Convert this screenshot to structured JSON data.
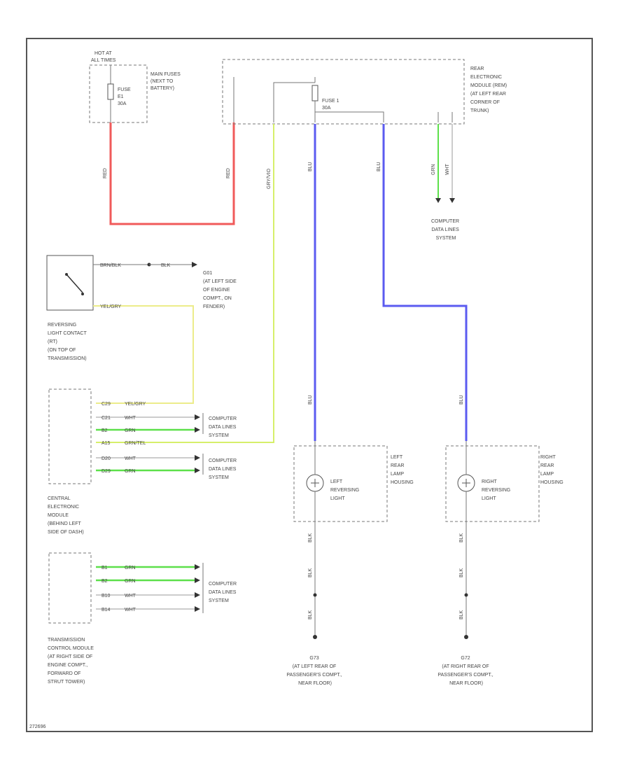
{
  "colors": {
    "red": "#f05a5a",
    "blue": "#5b5bf0",
    "green": "#5de04a",
    "yellow_green": "#d6ef6a",
    "yellow": "#ecec8a",
    "gray": "#9a9a9a",
    "frame": "#555555"
  },
  "top_left": {
    "hot_label": [
      "HOT AT",
      "ALL TIMES"
    ],
    "fuse_label": [
      "FUSE",
      "E1",
      "30A"
    ],
    "main_fuses_label": [
      "MAIN FUSES",
      "(NEXT TO",
      "BATTERY)"
    ],
    "wire_red_left": "RED",
    "wire_red_right": "RED"
  },
  "rear_module": {
    "label": [
      "REAR",
      "ELECTRONIC",
      "MODULE (REM)",
      "(AT LEFT REAR",
      "CORNER OF",
      "TRUNK)"
    ],
    "fuse_label": [
      "FUSE 1",
      "30A"
    ],
    "wire_gray_vio": "GRY/VIO",
    "wire_blu_left": "BLU",
    "wire_blu_right": "BLU",
    "wire_grn": "GRN",
    "wire_wht": "WHT",
    "cdl_label": [
      "COMPUTER",
      "DATA LINES",
      "SYSTEM"
    ]
  },
  "switch": {
    "wire1": "BRN/BLK",
    "wire2": "BLK",
    "ground_label": [
      "G01",
      "(AT LEFT SIDE",
      "OF ENGINE",
      "COMPT., ON",
      "FENDER)"
    ],
    "yel_wire": "YEL/GRY",
    "label": [
      "REVERSING",
      "LIGHT CONTACT",
      "(RT)",
      "(ON TOP OF",
      "TRANSMISSION)"
    ]
  },
  "cem": {
    "pins": [
      {
        "pin": "C29",
        "color": "YEL/GRY"
      },
      {
        "pin": "C21",
        "color": "WHT"
      },
      {
        "pin": "B2",
        "color": "GRN"
      },
      {
        "pin": "A15",
        "color": "GRN/TEL"
      },
      {
        "pin": "D20",
        "color": "WHT"
      },
      {
        "pin": "D29",
        "color": "GRN"
      }
    ],
    "cdl1": [
      "COMPUTER",
      "DATA LINES",
      "SYSTEM"
    ],
    "cdl2": [
      "COMPUTER",
      "DATA LINES",
      "SYSTEM"
    ],
    "label": [
      "CENTRAL",
      "ELECTRONIC",
      "MODULE",
      "(BEHIND LEFT",
      "SIDE OF DASH)"
    ]
  },
  "tcm": {
    "pins": [
      {
        "pin": "B1",
        "color": "GRN"
      },
      {
        "pin": "B2",
        "color": "GRN"
      },
      {
        "pin": "B10",
        "color": "WHT"
      },
      {
        "pin": "B14",
        "color": "WHT"
      }
    ],
    "cdl": [
      "COMPUTER",
      "DATA LINES",
      "SYSTEM"
    ],
    "label": [
      "TRANSMISSION",
      "CONTROL MODULE",
      "(AT RIGHT SIDE OF",
      "ENGINE COMPT.,",
      "FORWARD OF",
      "STRUT TOWER)"
    ]
  },
  "left_lamp": {
    "bulb_label": [
      "LEFT",
      "REVERSING",
      "LIGHT"
    ],
    "housing_label": [
      "LEFT",
      "REAR",
      "LAMP",
      "HOUSING"
    ],
    "wire_top": "BLU",
    "wire_bottom1": "BLK",
    "wire_bottom2": "BLK",
    "wire_bottom3": "BLK",
    "ground_label": [
      "G73",
      "(AT LEFT REAR OF",
      "PASSENGER'S COMPT.,",
      "NEAR FLOOR)"
    ]
  },
  "right_lamp": {
    "bulb_label": [
      "RIGHT",
      "REVERSING",
      "LIGHT"
    ],
    "housing_label": [
      "RIGHT",
      "REAR",
      "LAMP",
      "HOUSING"
    ],
    "wire_top": "BLU",
    "wire_bottom1": "BLK",
    "wire_bottom2": "BLK",
    "wire_bottom3": "BLK",
    "ground_label": [
      "G72",
      "(AT RIGHT REAR OF",
      "PASSENGER'S COMPT.,",
      "NEAR FLOOR)"
    ]
  },
  "footer_id": "272696"
}
